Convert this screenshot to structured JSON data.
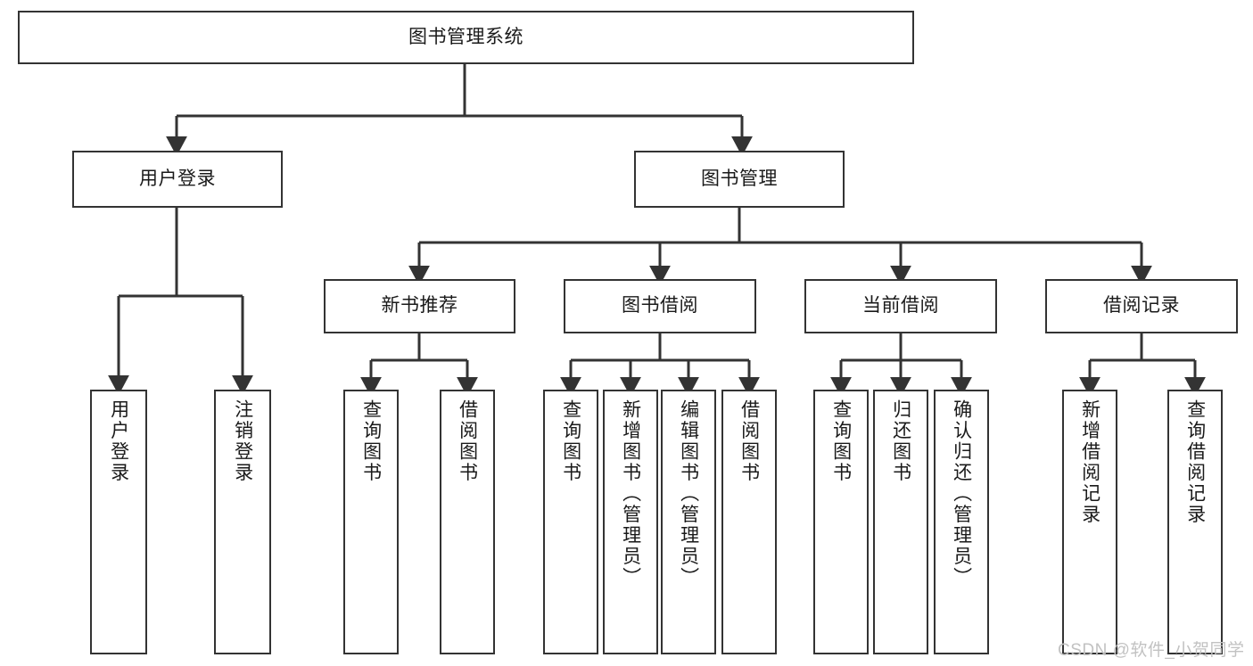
{
  "diagram": {
    "type": "tree",
    "title": "图书管理系统",
    "watermark": "CSDN @软件_小贺同学",
    "colors": {
      "node_border": "#333333",
      "node_fill": "#ffffff",
      "edge": "#333333",
      "text": "#1a1a1a",
      "watermark": "#c2c2c2"
    },
    "nodes": {
      "root": {
        "label": "图书管理系统"
      },
      "level2": [
        {
          "id": "user-login",
          "label": "用户登录"
        },
        {
          "id": "book-manage",
          "label": "图书管理"
        }
      ],
      "level3": [
        {
          "id": "new-book-rec",
          "label": "新书推荐"
        },
        {
          "id": "book-borrow",
          "label": "图书借阅"
        },
        {
          "id": "current-borrow",
          "label": "当前借阅"
        },
        {
          "id": "borrow-record",
          "label": "借阅记录"
        }
      ],
      "leaves": {
        "user_login": [
          {
            "id": "leaf-user-login",
            "label": "用户登录"
          },
          {
            "id": "leaf-logout",
            "label": "注销登录"
          }
        ],
        "new_book_rec": [
          {
            "id": "leaf-query-book-1",
            "label": "查询图书"
          },
          {
            "id": "leaf-borrow-book-1",
            "label": "借阅图书"
          }
        ],
        "book_borrow": [
          {
            "id": "leaf-query-book-2",
            "label": "查询图书"
          },
          {
            "id": "leaf-add-book",
            "label": "新增图书（管理员）"
          },
          {
            "id": "leaf-edit-book",
            "label": "编辑图书（管理员）"
          },
          {
            "id": "leaf-borrow-book-2",
            "label": "借阅图书"
          }
        ],
        "current_borrow": [
          {
            "id": "leaf-query-book-3",
            "label": "查询图书"
          },
          {
            "id": "leaf-return-book",
            "label": "归还图书"
          },
          {
            "id": "leaf-confirm-return",
            "label": "确认归还（管理员）"
          }
        ],
        "borrow_record": [
          {
            "id": "leaf-add-record",
            "label": "新增借阅记录"
          },
          {
            "id": "leaf-query-record",
            "label": "查询借阅记录"
          }
        ]
      }
    }
  }
}
